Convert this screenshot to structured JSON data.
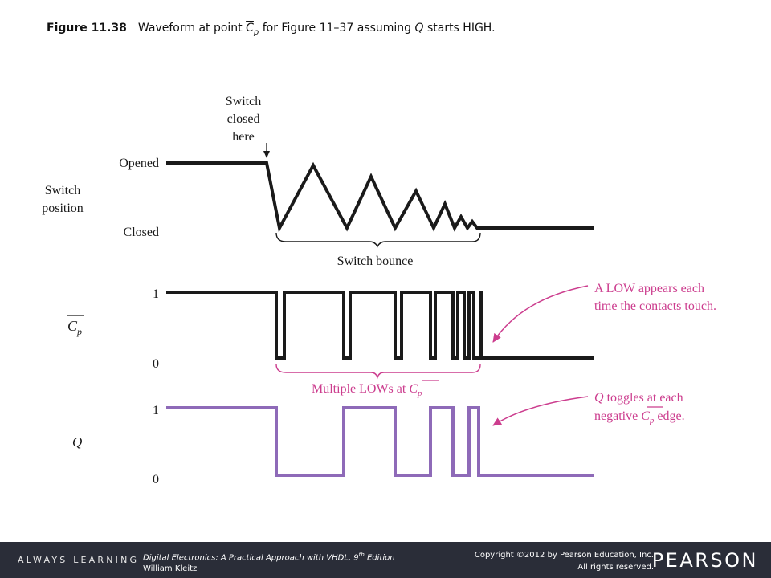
{
  "caption": {
    "figure_number": "Figure 11.38",
    "text_before": "Waveform at point ",
    "signal_main": "C",
    "signal_sub": "p",
    "text_after": " for Figure 11–37 assuming ",
    "q_symbol": "Q",
    "text_end": " starts HIGH."
  },
  "diagram": {
    "switch_position_label_line1": "Switch",
    "switch_position_label_line2": "position",
    "opened_label": "Opened",
    "closed_label": "Closed",
    "switch_closed_line1": "Switch",
    "switch_closed_line2": "closed",
    "switch_closed_line3": "here",
    "switch_bounce_label": "Switch bounce",
    "cp_signal_main": "C",
    "cp_signal_sub": "p",
    "cp_high_label": "1",
    "cp_low_label": "0",
    "multiple_lows_text": "Multiple LOWs at ",
    "annotation1_line1": "A LOW appears each",
    "annotation1_line2": "time the contacts touch.",
    "q_label": "Q",
    "q_high_label": "1",
    "q_low_label": "0",
    "annotation2_q": "Q",
    "annotation2_line1_rest": " toggles  at each",
    "annotation2_line2_start": "negative ",
    "annotation2_line2_end": " edge."
  },
  "colors": {
    "waveform": "#1a1a1a",
    "q_waveform": "#8e6ab8",
    "annotation": "#cc3d8e",
    "footer_background": "#2a2d38"
  },
  "footer": {
    "tagline": "ALWAYS LEARNING",
    "book_title": "Digital Electronics: A Practical Approach with VHDL, 9",
    "book_title_sup": "th",
    "book_edition": " Edition",
    "author": "William Kleitz",
    "copyright_line1": "Copyright ©2012 by Pearson Education, Inc.",
    "copyright_line2": "All rights reserved.",
    "brand": "PEARSON"
  }
}
